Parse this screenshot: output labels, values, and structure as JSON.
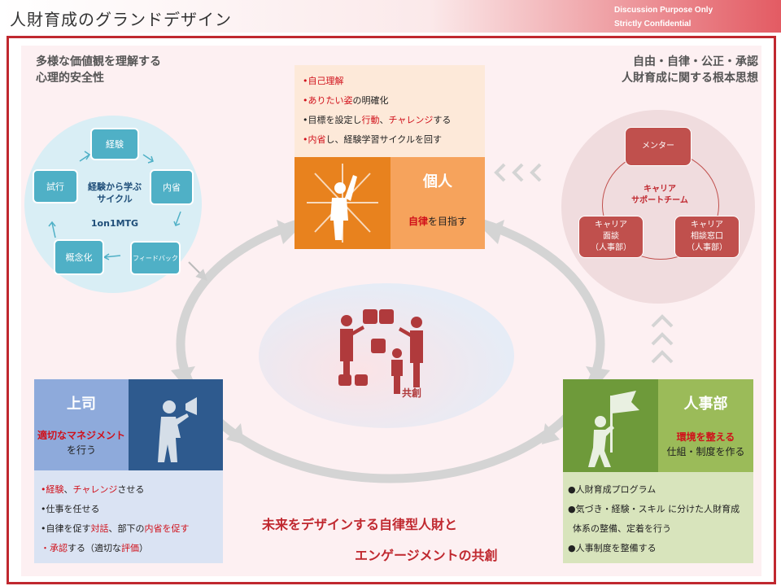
{
  "header": {
    "title": "人財育成のグランドデザイン",
    "confidential_line1": "Discussion Purpose Only",
    "confidential_line2": "Strictly Confidential"
  },
  "top_left": {
    "line1": "多様な価値観を理解する",
    "line2": "心理的安全性"
  },
  "top_right": {
    "line1": "自由・自律・公正・承認",
    "line2": "人財育成に関する根本思想"
  },
  "cycle": {
    "nodes": [
      "経験",
      "内省",
      "フィードバック",
      "概念化",
      "試行"
    ],
    "center_line1": "経験から学ぶ",
    "center_line2": "サイクル",
    "sub": "1on1MTG"
  },
  "support": {
    "mentor": "メンター",
    "team_line1": "キャリア",
    "team_line2": "サポートチーム",
    "interview": [
      "キャリア",
      "面談",
      "（人事部）"
    ],
    "desk": [
      "キャリア",
      "相談窓口",
      "（人事部）"
    ]
  },
  "individual": {
    "bullets": [
      {
        "parts": [
          {
            "t": "•自己理解",
            "red": true
          }
        ]
      },
      {
        "parts": [
          {
            "t": "•ありたい姿",
            "red": true
          },
          {
            "t": "の明確化",
            "red": false
          }
        ]
      },
      {
        "parts": [
          {
            "t": "•目標を設定し",
            "red": false
          },
          {
            "t": "行動",
            "red": true
          },
          {
            "t": "、",
            "red": false
          },
          {
            "t": "チャレンジ",
            "red": true
          },
          {
            "t": "する",
            "red": false
          }
        ]
      },
      {
        "parts": [
          {
            "t": "•内省",
            "red": true
          },
          {
            "t": "し、経験学習サイクルを回す",
            "red": false
          }
        ]
      }
    ],
    "title": "個人",
    "goal_red": "自律",
    "goal_rest": "を目指す"
  },
  "center": {
    "label": "共創"
  },
  "boss": {
    "title": "上司",
    "sub_red": "適切なマネジメント",
    "sub_rest": "を行う",
    "bullets": [
      {
        "parts": [
          {
            "t": "•経験",
            "red": true
          },
          {
            "t": "、",
            "red": false
          },
          {
            "t": "チャレンジ",
            "red": true
          },
          {
            "t": "させる",
            "red": false
          }
        ]
      },
      {
        "parts": [
          {
            "t": "•仕事を任せる",
            "red": false
          }
        ]
      },
      {
        "parts": [
          {
            "t": "•自律を促す",
            "red": false
          },
          {
            "t": "対話",
            "red": true
          },
          {
            "t": "、部下の",
            "red": false
          },
          {
            "t": "内省を促す",
            "red": true
          }
        ]
      },
      {
        "parts": [
          {
            "t": "・承認",
            "red": true
          },
          {
            "t": "する（適切な",
            "red": false
          },
          {
            "t": "評価",
            "red": true
          },
          {
            "t": "）",
            "red": false
          }
        ]
      }
    ]
  },
  "hr": {
    "title": "人事部",
    "sub_red": "環境を整える",
    "sub_line2": "仕組・制度を作る",
    "bullets": [
      "●人財育成プログラム",
      "●気づき・経験・スキル に分けた人財育成",
      "体系の整備、定着を行う",
      "●人事制度を整備する"
    ]
  },
  "tagline": {
    "line1": "未来をデザインする自律型人財と",
    "line2": "エンゲージメントの共創"
  },
  "colors": {
    "accent_red": "#c0282f",
    "individual_orange": "#e8821e",
    "boss_blue": "#2e5a8e",
    "hr_green": "#6e9a3a",
    "cycle_teal": "#4fb0c6"
  }
}
